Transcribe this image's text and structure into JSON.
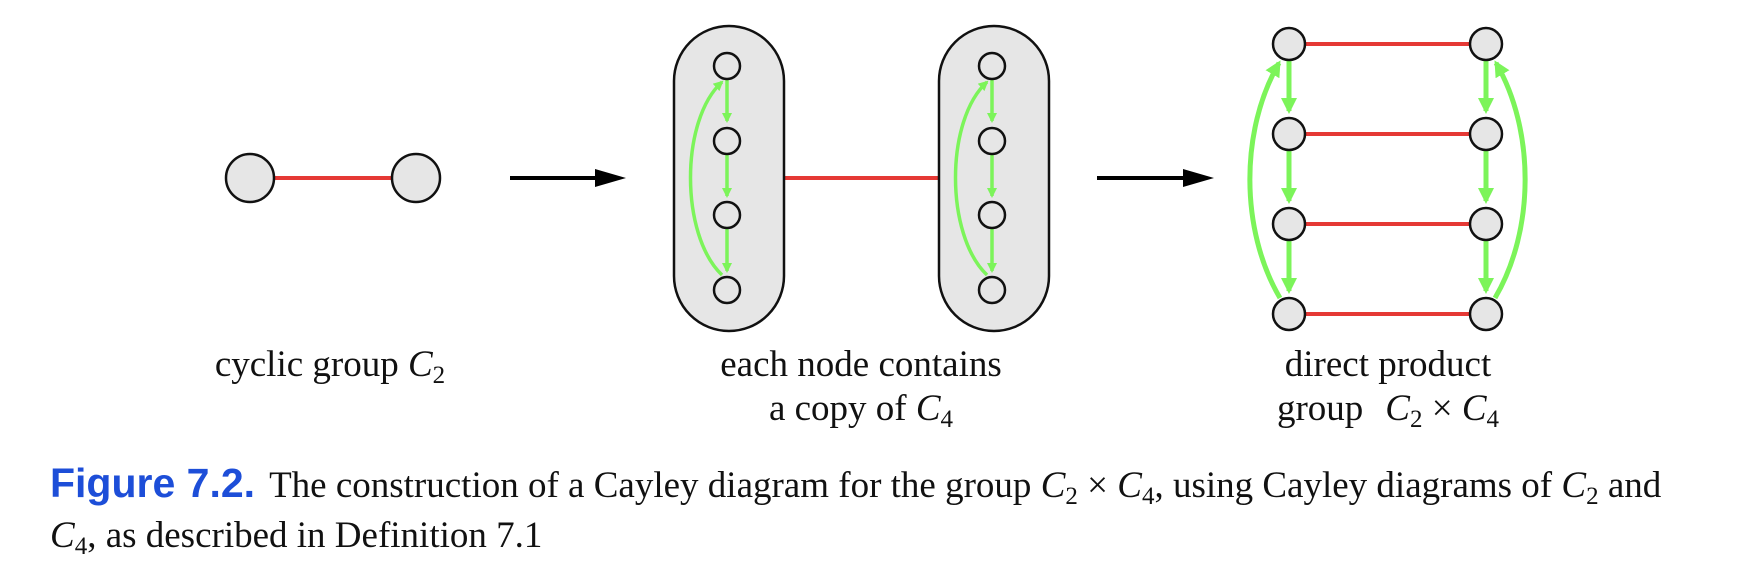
{
  "colors": {
    "node_fill": "#e6e6e6",
    "node_stroke": "#111111",
    "red_edge": "#e53935",
    "green_arrow": "#7cf45a",
    "container_fill": "#e6e6e6",
    "arrow": "#000000",
    "caption_label": "#1d4ed8"
  },
  "labels": {
    "c2": {
      "prefix": "cyclic group ",
      "var": "C",
      "sub": "2"
    },
    "copy_line1": "each node contains",
    "copy_line2": {
      "prefix": "a copy of ",
      "var": "C",
      "sub": "4"
    },
    "product_line1": "direct product",
    "product_line2": {
      "prefix": "group",
      "var1": "C",
      "sub1": "2",
      "op": " × ",
      "var2": "C",
      "sub2": "4"
    }
  },
  "caption": {
    "label": "Figure 7.2.",
    "text_a": "The construction of a Cayley diagram for the group ",
    "var1": "C",
    "sub1": "2",
    "op": " × ",
    "var2": "C",
    "sub2": "4",
    "text_b": ", using Cayley diagrams of ",
    "var3": "C",
    "sub3": "2",
    "text_c": " and ",
    "var4": "C",
    "sub4": "4",
    "text_d": ", as described in Definition 7.1"
  }
}
